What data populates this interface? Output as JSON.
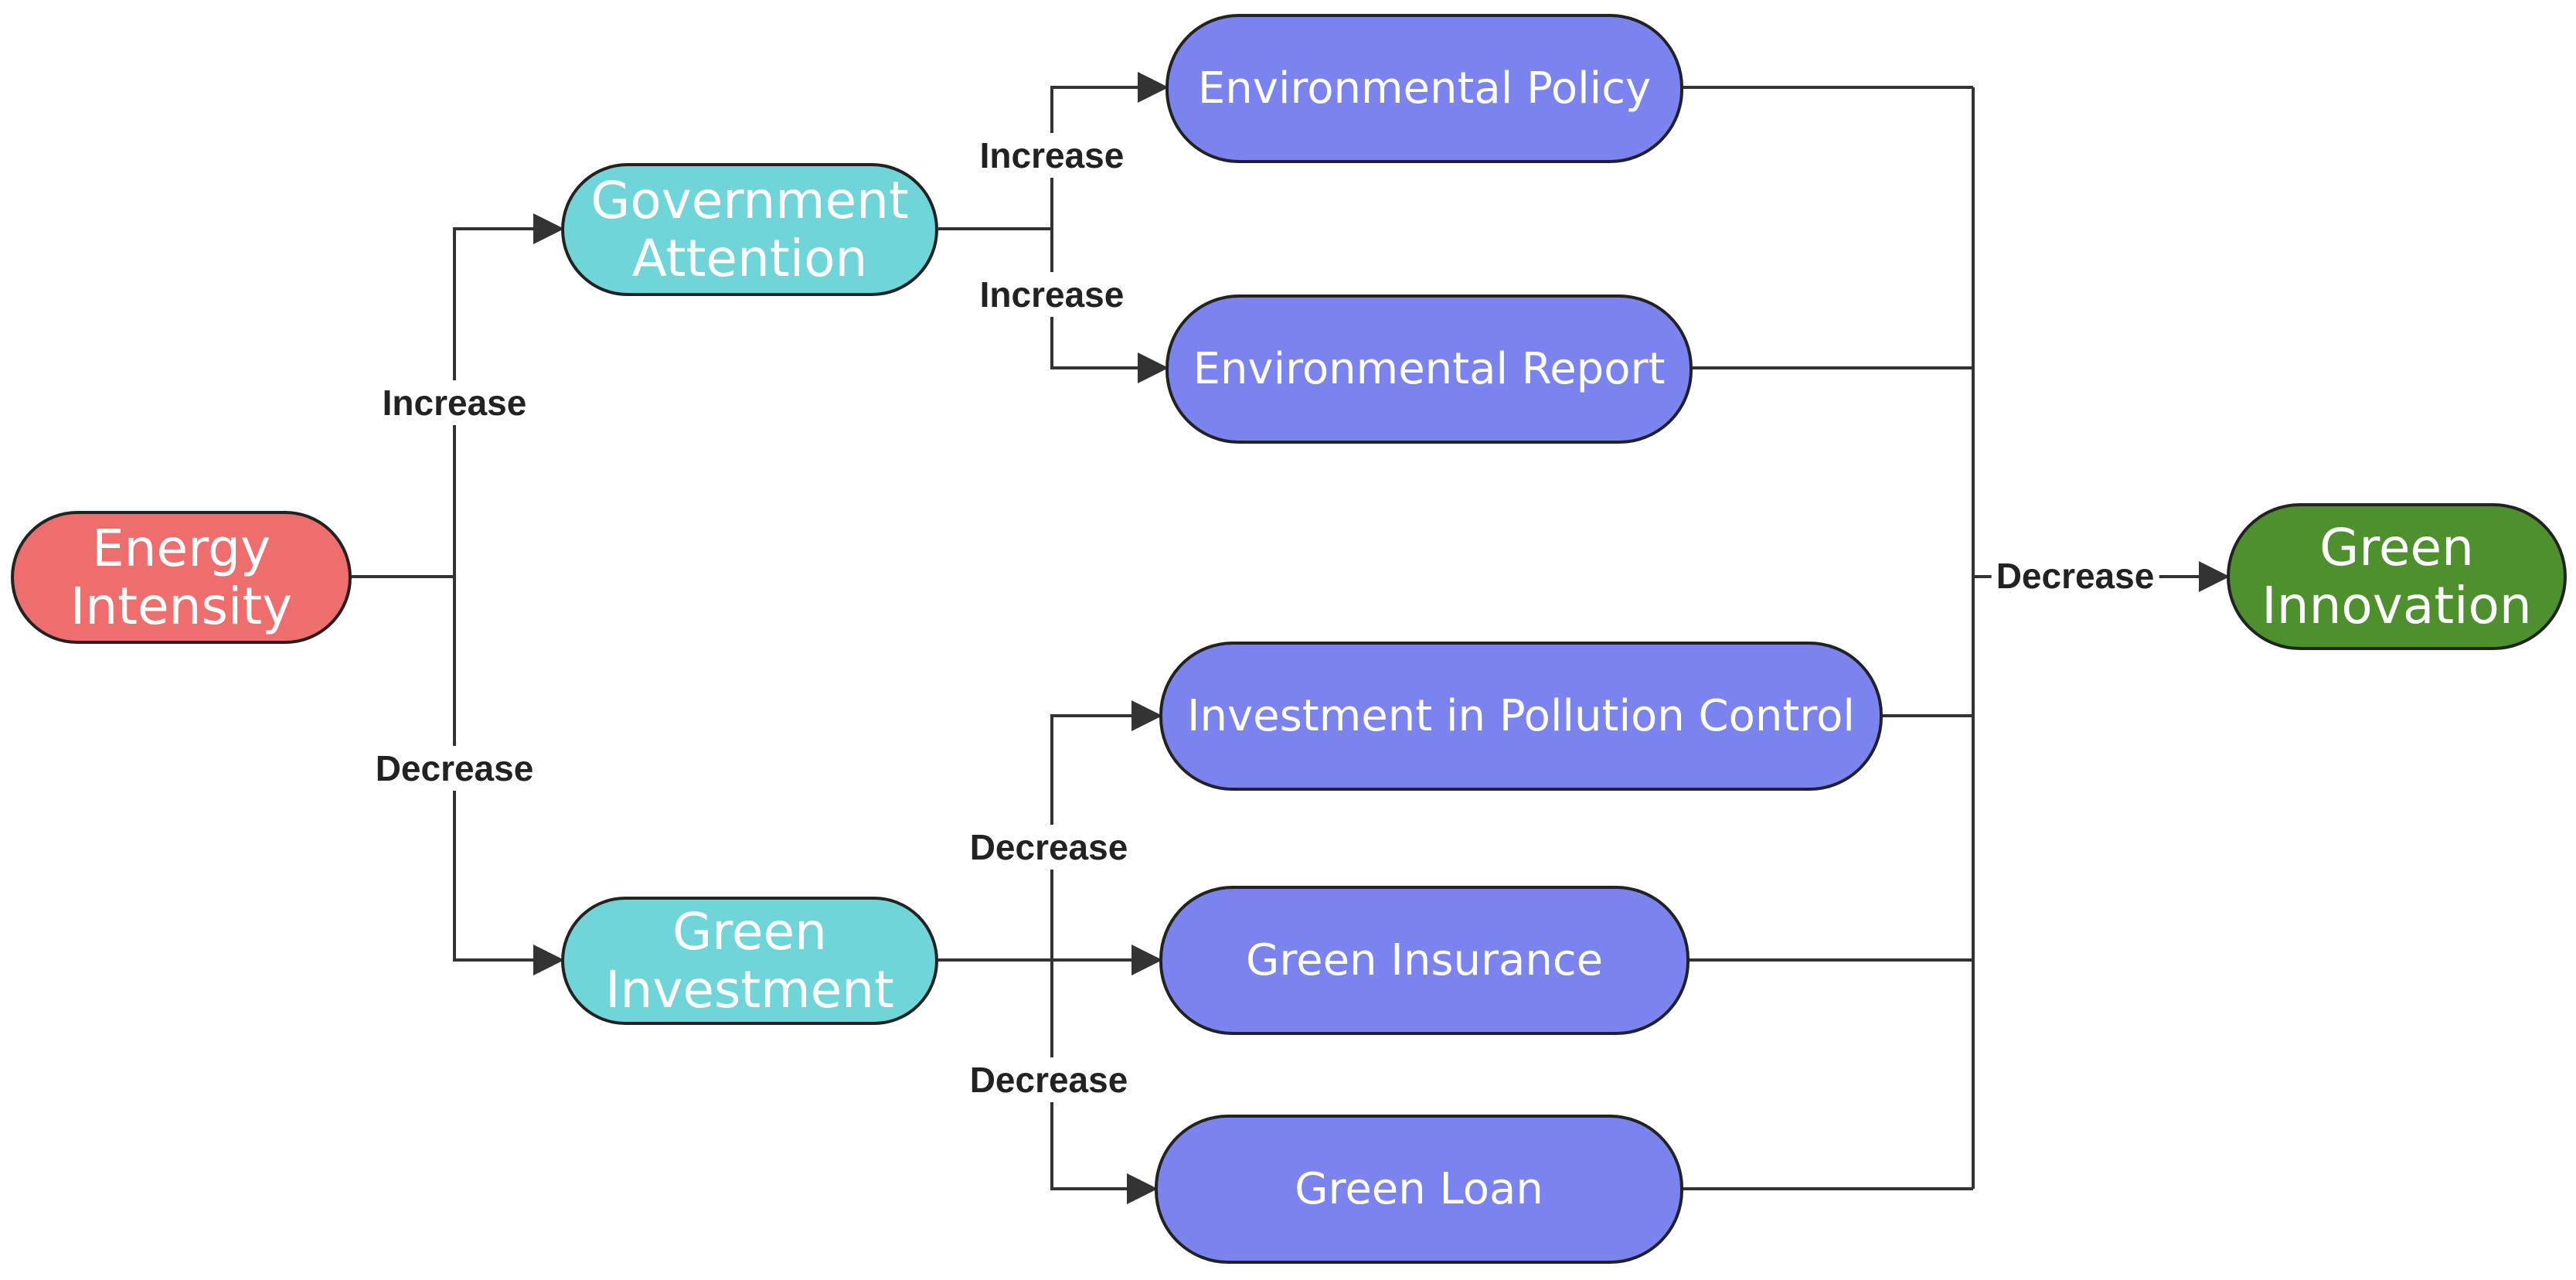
{
  "nodes": {
    "energy_intensity": {
      "lines": [
        "Energy",
        "Intensity"
      ]
    },
    "government_attention": {
      "lines": [
        "Government",
        "Attention"
      ]
    },
    "green_investment": {
      "lines": [
        "Green",
        "Investment"
      ]
    },
    "environmental_policy": {
      "lines": [
        "Environmental Policy"
      ]
    },
    "environmental_report": {
      "lines": [
        "Environmental Report"
      ]
    },
    "investment_pollution_control": {
      "lines": [
        "Investment in Pollution Control"
      ]
    },
    "green_insurance": {
      "lines": [
        "Green Insurance"
      ]
    },
    "green_loan": {
      "lines": [
        "Green Loan"
      ]
    },
    "green_innovation": {
      "lines": [
        "Green",
        "Innovation"
      ]
    }
  },
  "edge_labels": {
    "ei_to_ga": "Increase",
    "ei_to_gi": "Decrease",
    "ga_to_policy": "Increase",
    "ga_to_report": "Increase",
    "gi_to_pollution": "Decrease",
    "gi_to_loan": "Decrease",
    "mediators_to_innovation": "Decrease"
  },
  "colors": {
    "source": "#ee6e6e",
    "intermediate": "#6fd5d8",
    "mediator": "#7b83ef",
    "outcome": "#4e8f2e",
    "line": "#333333",
    "border": "#222222"
  }
}
